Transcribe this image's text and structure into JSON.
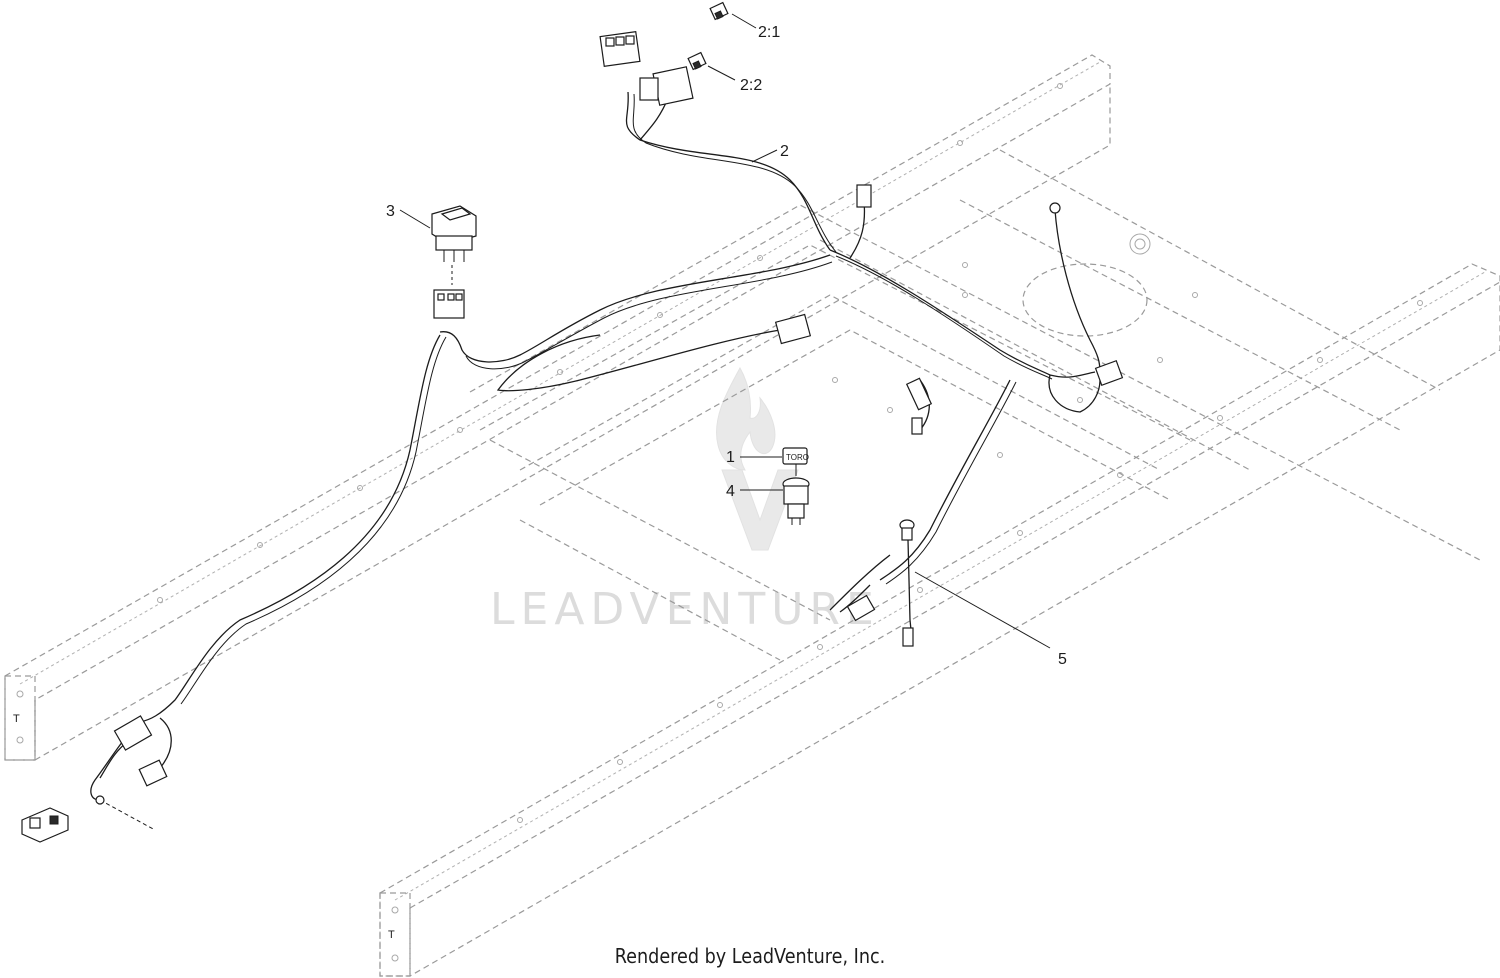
{
  "callouts": {
    "c1": "1",
    "c2": "2",
    "c2_1": "2:1",
    "c2_2": "2:2",
    "c3": "3",
    "c4": "4",
    "c5": "5"
  },
  "key_label": "TORO",
  "frame_marks": {
    "left": "T",
    "right": "T"
  },
  "watermark": "LEADVENTURE",
  "footer": "Rendered by LeadVenture, Inc."
}
